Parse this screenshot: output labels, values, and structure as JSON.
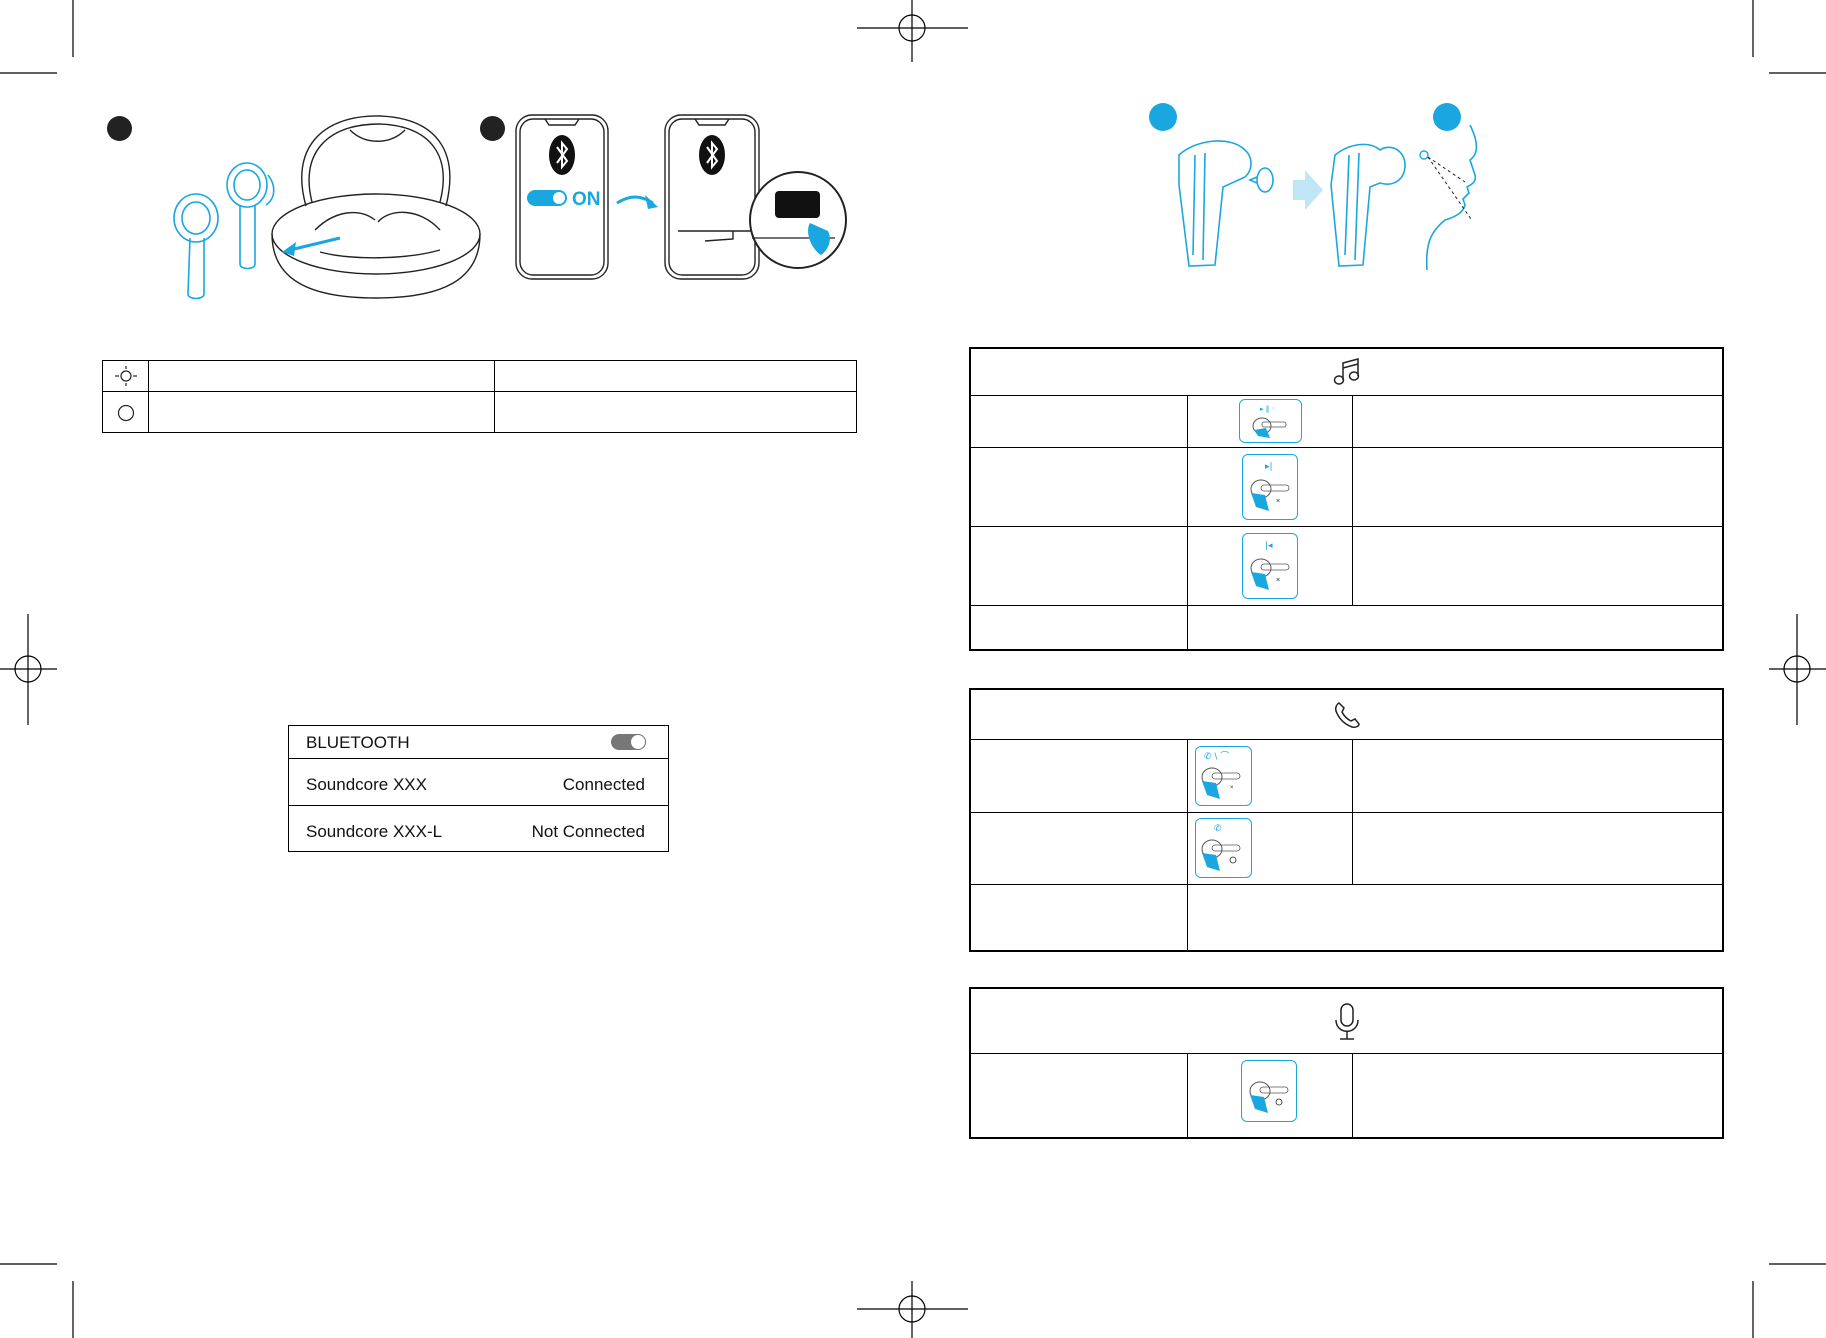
{
  "colors": {
    "accent": "#1aa7e0",
    "ink": "#000000"
  },
  "left_page": {
    "steps": {
      "one_icon": "black-step-dot",
      "two_icon": "black-step-dot"
    },
    "phone_toggle_label": "ON",
    "bluetooth_panel": {
      "title": "BLUETOOTH",
      "toggle_state": "on",
      "devices": [
        {
          "name": "Soundcore XXX",
          "status": "Connected"
        },
        {
          "name": "Soundcore XXX-L",
          "status": "Not Connected"
        }
      ]
    },
    "led_table": {
      "row_icons": [
        "blink-light-icon",
        "steady-light-icon"
      ]
    }
  },
  "right_page": {
    "steps": {
      "three_icon": "blue-step-dot",
      "four_icon": "blue-step-dot"
    },
    "sections": [
      {
        "icon": "music-note-icon",
        "rows": 4
      },
      {
        "icon": "phone-icon",
        "rows": 3
      },
      {
        "icon": "microphone-icon",
        "rows": 1
      }
    ]
  }
}
